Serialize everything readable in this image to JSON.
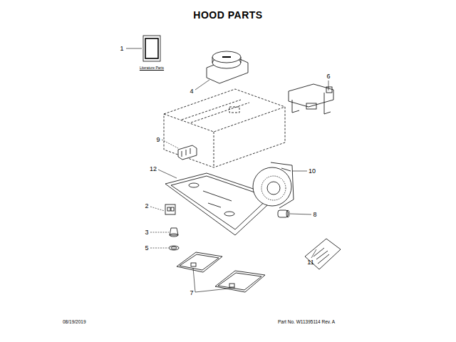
{
  "diagram": {
    "title": "HOOD PARTS",
    "labels": [
      "1",
      "Literature Parts",
      "4",
      "6",
      "9",
      "12",
      "10",
      "2",
      "3",
      "8",
      "5",
      "11",
      "7",
      "08/19/2019",
      "Part No. W11395114 Rev. A"
    ]
  }
}
